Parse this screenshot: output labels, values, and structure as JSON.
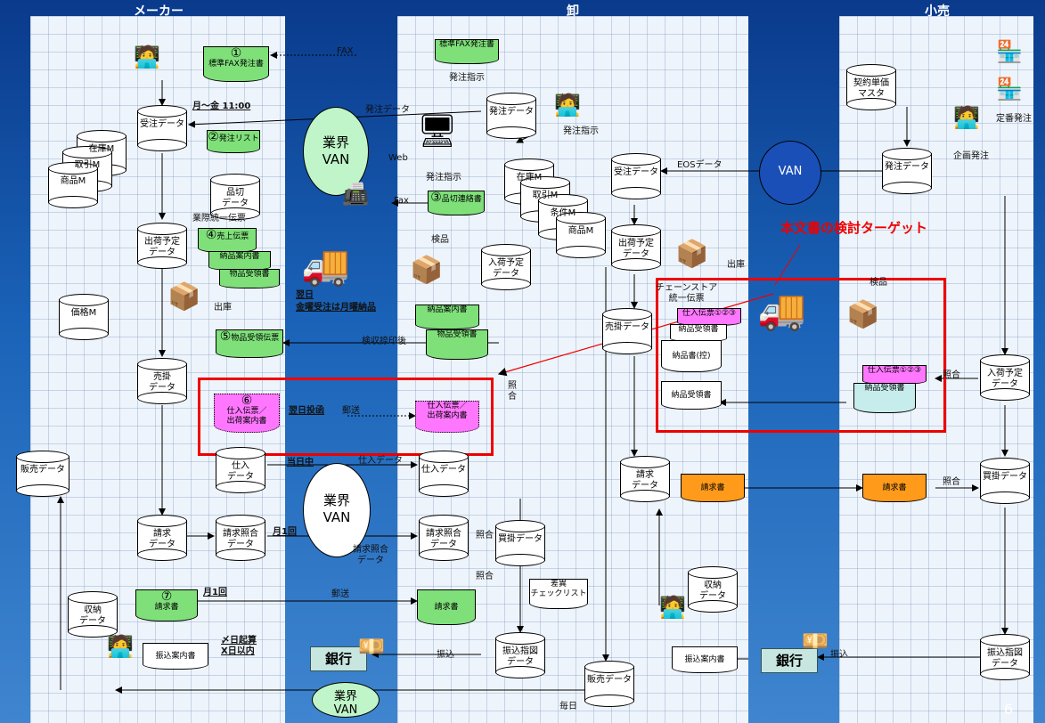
{
  "lanes": {
    "maker": "メーカー",
    "oroshi": "卸",
    "kouri": "小売"
  },
  "databases": {
    "maker_order": "受注データ",
    "maker_stock": "在庫M",
    "maker_torihiki": "取引M",
    "maker_shohin": "商品M",
    "maker_shinagiri": "品切\nデータ",
    "maker_shukka": "出荷予定\nデータ",
    "maker_kakaku": "価格M",
    "maker_urikake": "売掛\nデータ",
    "maker_seikyu": "請求\nデータ",
    "maker_seikyushokai": "請求照合\nデータ",
    "maker_shuno": "収納\nデータ",
    "maker_shiire": "仕入\nデータ",
    "oroshi_hatchu": "発注データ",
    "oroshi_zaiko": "在庫M",
    "oroshi_torihiki": "取引M",
    "oroshi_joken": "条件M",
    "oroshi_shohin": "商品M",
    "oroshi_juchu": "受注データ",
    "oroshi_nyuka": "入荷予定\nデータ",
    "oroshi_shukka": "出荷予定\nデータ",
    "oroshi_urikake": "売掛データ",
    "oroshi_shiire": "仕入データ",
    "oroshi_seikyushokai": "請求照合\nデータ",
    "oroshi_kaikake": "買掛データ",
    "oroshi_seikyu": "請求\nデータ",
    "oroshi_shuno": "収納\nデータ",
    "oroshi_furikomi": "振込指図\nデータ",
    "oroshi_hanbai": "販売データ",
    "kouri_keiyaku": "契約単価\nマスタ",
    "kouri_hatchu": "発注データ",
    "kouri_nyuka": "入荷予定\nデータ",
    "kouri_kaikake": "買掛データ",
    "kouri_furikomi": "振込指図\nデータ"
  },
  "docs": {
    "d1_num": "①",
    "d1": "標準FAX発注書",
    "d2_num": "②",
    "d2": "発注リスト",
    "d3_num": "③",
    "d3": "品切連絡書",
    "d4_num": "④",
    "d4": "売上伝票",
    "d4b": "納品案内書",
    "d4c": "物品受領書",
    "d5_num": "⑤",
    "d5": "物品受領伝票",
    "d6_num": "⑥",
    "d6": "仕入伝票／\n出荷案内書",
    "d6b": "仕入伝票／\n出荷案内書",
    "d7_num": "⑦",
    "d7": "請求書",
    "fax_doc": "標準FAX発注書",
    "o_nohin": "納品案内書",
    "o_buppin": "物品受領書",
    "o_seikyusho": "請求書",
    "o_sai": "差異\nチェックリスト",
    "cs_shiire": "仕入伝票①②③",
    "cs_juryo": "納品受領書",
    "cs_nohin": "納品書(控)",
    "cs_juryo2": "納品受領書",
    "k_shiire": "仕入伝票①②③",
    "k_juryo": "納品受領書",
    "o_seikyu_orange": "請求書",
    "k_seikyu_orange": "請求書",
    "furikomi1": "振込案内書",
    "furikomi2": "振込案内書",
    "hanbai": "販売データ"
  },
  "labels": {
    "fax": "FAX",
    "hatchu_shiji": "発注指示",
    "hatchu_data": "発注データ",
    "getsu_kin": "月～金 11:00",
    "web": "Web",
    "fax2": "Fax",
    "hatchu_shiji2": "発注指示",
    "gyokai_toitsu": "業際統一伝票",
    "kenpin": "検品",
    "shukko": "出庫",
    "yokujitsu": "翌日",
    "kinyo": "金曜受注は月曜納品",
    "kenshu": "検収捺印後",
    "yokujitsu_toukan": "翌日投函",
    "yuso": "郵送",
    "toujitsu": "当日中",
    "shiire_data": "仕入データ",
    "getsu1": "月1回",
    "getsu1b": "月1回",
    "yuso2": "郵送",
    "seikyushokai": "請求照合\nデータ",
    "shokai": "照\n合",
    "shokai2": "照合",
    "shokai3": "照合",
    "shokai4": "照合",
    "shokai5": "照合",
    "eos": "EOSデータ",
    "chain": "チェーンストア\n統一伝票",
    "kenpin2": "検品",
    "shukko2": "出庫",
    "teiban": "定番発注",
    "kikaku": "企画発注",
    "target": "本文書の検討ターゲット",
    "furikomi": "振込",
    "furikomi2": "振込",
    "mainichi": "毎日",
    "kigen": "〆日起算\nX日以内",
    "van": "VAN"
  },
  "vans": {
    "van1": "業界\nVAN",
    "van2": "業界\nVAN",
    "van3": "業界\nVAN",
    "van_kouri": "VAN"
  },
  "banks": {
    "bank1": "銀行",
    "bank2": "銀行"
  },
  "page_number": "6"
}
